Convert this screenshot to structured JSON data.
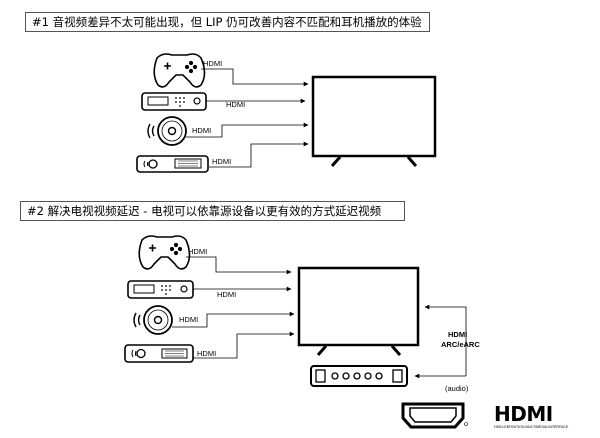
{
  "diagram1": {
    "caption": "#1 音视频差异不太可能出现，但 LIP 仍可改善内容不匹配和耳机播放的体验",
    "labels": [
      "HDMI",
      "HDMI",
      "HDMI",
      "HDMI"
    ]
  },
  "diagram2": {
    "caption": "#2 解决电视视频延迟 - 电视可以依靠源设备以更有效的方式延迟视频",
    "labels": [
      "HDMI",
      "HDMI",
      "HDMI",
      "HDMI"
    ],
    "arc_label_1": "HDMI",
    "arc_label_2": "ARC/eARC",
    "audio_label": "(audio)"
  },
  "logo": {
    "text": "HDMI",
    "tagline": "HIGH-DEFINITION MULTIMEDIA INTERFACE"
  }
}
